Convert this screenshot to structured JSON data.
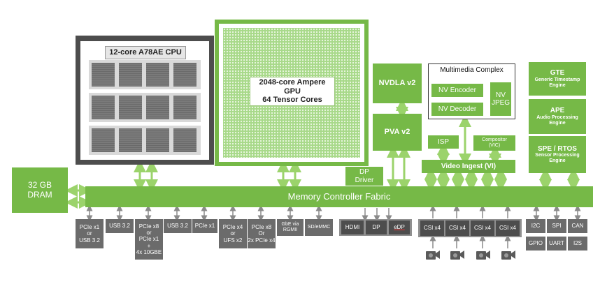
{
  "cpu": {
    "label": "12-core A78AE CPU"
  },
  "gpu": {
    "label_line1": "2048-core Ampere GPU",
    "label_line2": "64 Tensor  Cores"
  },
  "nvdla": {
    "label": "NVDLA v2"
  },
  "pva": {
    "label": "PVA v2"
  },
  "dp_driver": {
    "label": "DP\nDriver"
  },
  "multimedia": {
    "title": "Multimedia Complex",
    "nv_encoder": "NV Encoder",
    "nv_decoder": "NV Decoder",
    "nv_jpeg": "NV\nJPEG"
  },
  "isp": {
    "label": "ISP"
  },
  "compositor": {
    "label": "Compositor\n(VIC)"
  },
  "video_ingest": {
    "label": "Video Ingest (VI)"
  },
  "gte": {
    "title": "GTE",
    "sub": "Generic Timestamp\nEngine"
  },
  "ape": {
    "title": "APE",
    "sub": "Audio Processing\nEngine"
  },
  "spe": {
    "title": "SPE / RTOS",
    "sub": "Sensor Processing\nEngine"
  },
  "dram": {
    "label": "32 GB\nDRAM"
  },
  "fabric": {
    "label": "Memory Controller Fabric"
  },
  "io": {
    "pcie_usb": "PCIe x1\nor\nUSB 3.2",
    "usb32_a": "USB 3.2",
    "pcie_x8": "PCIe x8\nor\nPCIe x1\n+\n4x 10GBE",
    "usb32_b": "USB 3.2",
    "pcie_x1": "PCIe x1",
    "pcie_x4": "PCIe x4\nor\nUFS x2",
    "pcie_x8b": "PCIe x8\nOr\n2x PCIe x4",
    "gbe": "GbE via\nRGMII",
    "sd": "SD/eMMC",
    "hdmi": "HDMI",
    "dp": "DP",
    "edp": "eDP",
    "csi": [
      "CSI x4",
      "CSI x4",
      "CSI x4",
      "CSI x4"
    ],
    "i2c": "I2C",
    "spi": "SPI",
    "can": "CAN",
    "gpio": "GPIO",
    "uart": "UART",
    "i2s": "I2S"
  },
  "colors": {
    "green": "#76b947",
    "gray": "#6b6b6b",
    "dark": "#4d4d4d",
    "arrow": "#9bd36b",
    "io_arrow": "#8a8a8a"
  }
}
